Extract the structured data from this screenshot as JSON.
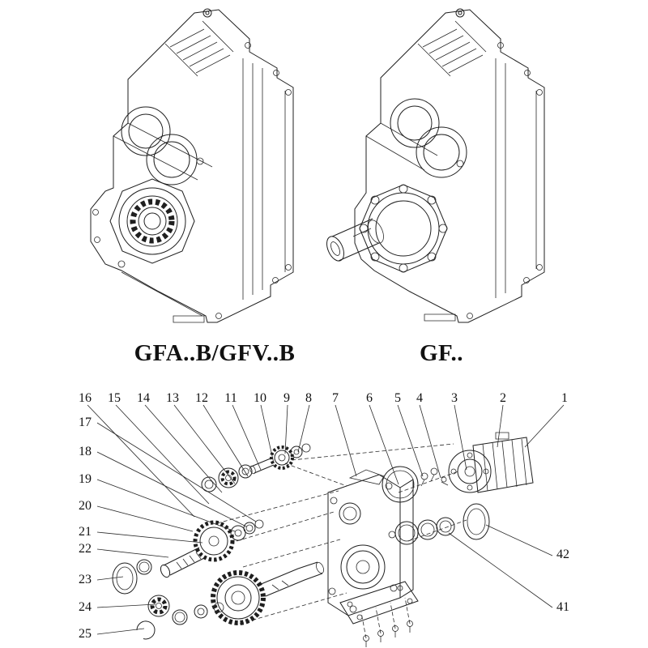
{
  "page": {
    "bg": "#ffffff",
    "line_color": "#1f1f1f"
  },
  "drawings": {
    "left": {
      "label": "GFA..B/GFV..B"
    },
    "right": {
      "label": "GF.."
    }
  },
  "exploded": {
    "top_row": [
      "16",
      "15",
      "14",
      "13",
      "12",
      "11",
      "10",
      "9",
      "8",
      "7",
      "6",
      "5",
      "4",
      "3",
      "2",
      "1"
    ],
    "left_col": [
      "17",
      "18",
      "19",
      "20",
      "21",
      "22",
      "23",
      "24",
      "25"
    ],
    "right_col": [
      "42",
      "41"
    ]
  }
}
